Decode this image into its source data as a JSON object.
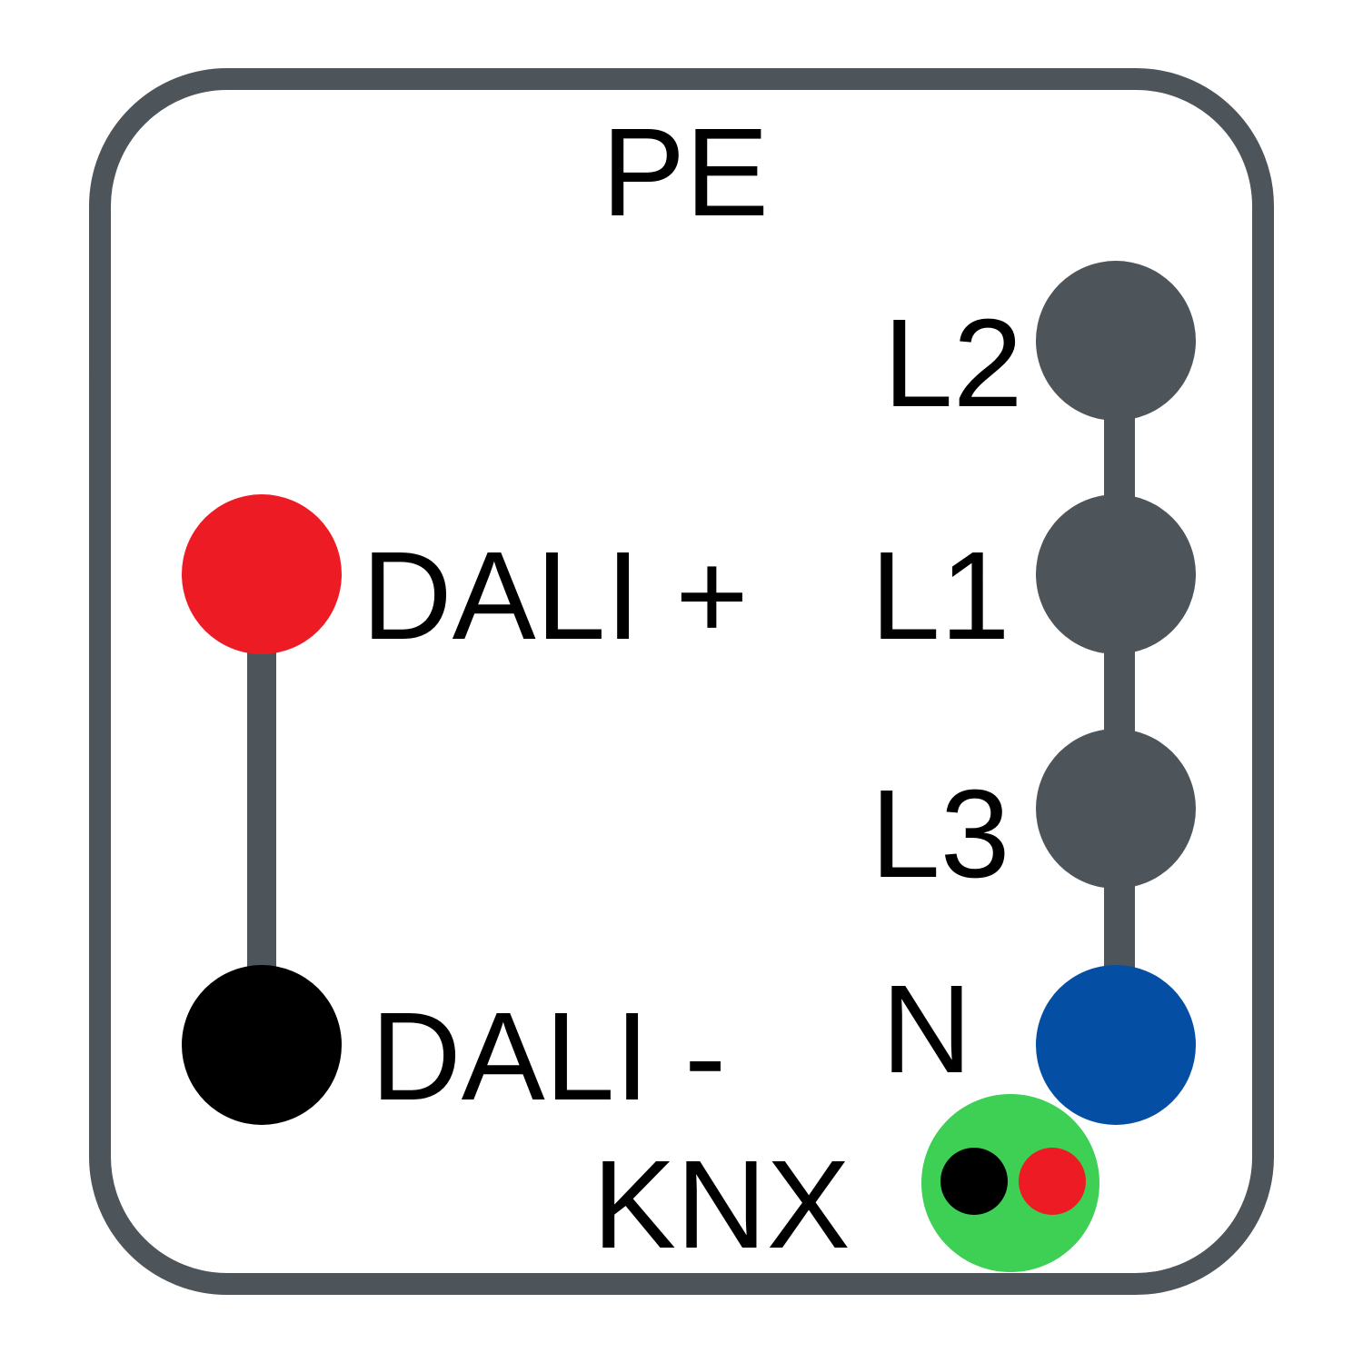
{
  "title": "PE",
  "terminals": {
    "dali_plus": "DALI +",
    "dali_minus": "DALI -",
    "l2": "L2",
    "l1": "L1",
    "l3": "L3",
    "n": "N",
    "knx": "KNX"
  },
  "colors": {
    "frame": "#4d545a",
    "dali_plus": "#ed1c24",
    "dali_minus": "#000000",
    "phase": "#4d545a",
    "neutral": "#044ea3",
    "knx": "#3ecf55",
    "knx_minus": "#000000",
    "knx_plus": "#ed1c24"
  }
}
